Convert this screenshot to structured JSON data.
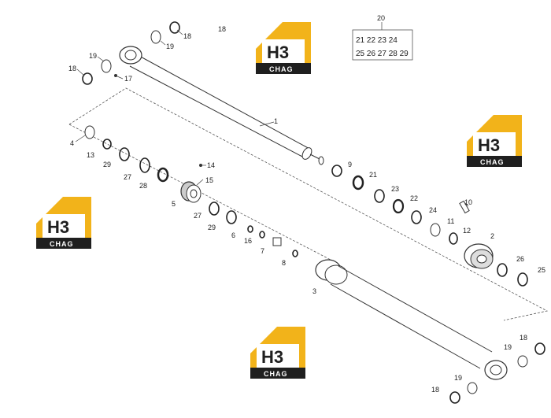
{
  "labels": {
    "l1": "1",
    "l2": "2",
    "l3": "3",
    "l4": "4",
    "l5": "5",
    "l6": "6",
    "l7": "7",
    "l8": "8",
    "l9": "9",
    "l10": "10",
    "l11": "11",
    "l12": "12",
    "l13": "13",
    "l14": "14",
    "l15": "15",
    "l16": "16",
    "l17": "17",
    "l18": "18",
    "l19": "19",
    "l20": "20",
    "l21": "21",
    "l22": "22",
    "l23": "23",
    "l24": "24",
    "l25": "25",
    "l26": "26",
    "l27": "27",
    "l28": "28",
    "l29": "29"
  },
  "kit_box": {
    "row1": "21 22 23 24",
    "row2": "25 26 27 28 29"
  },
  "logo": {
    "mark": "H3",
    "sub": "CHAG",
    "accent_color": "#f2b31a",
    "dark_color": "#1f1f1f"
  }
}
